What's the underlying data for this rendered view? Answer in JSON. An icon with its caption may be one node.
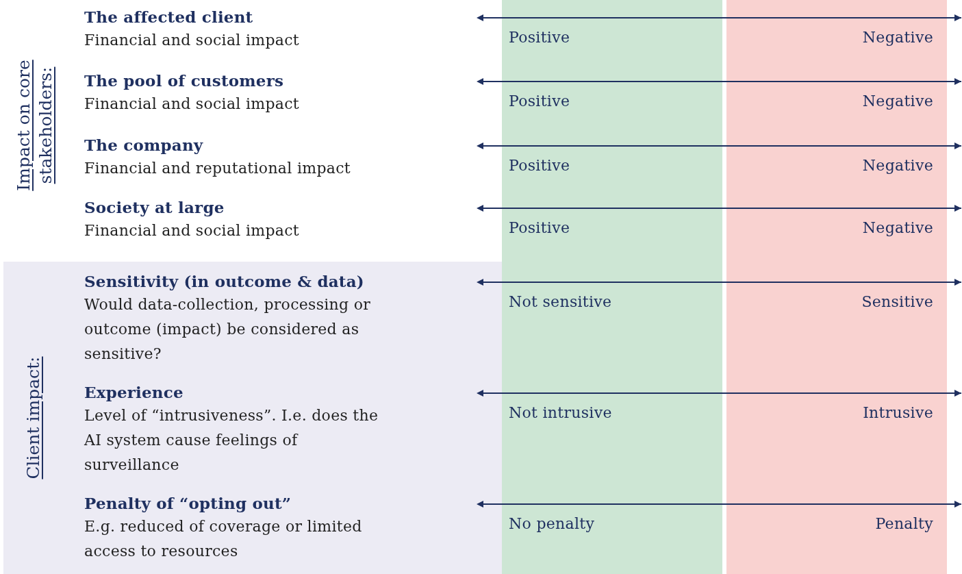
{
  "diagram": {
    "nodes": [
      {
        "text": [
          "Impact on core stakeholders:"
        ]
      },
      {
        "text": [
          "Client impact:"
        ]
      },
      {
        "text": [
          "The affected client",
          "Financial and social impact"
        ],
        "in": 0
      },
      {
        "text": [
          "The pool of customers",
          "Financial and social impact"
        ],
        "in": 0
      },
      {
        "text": [
          "The company",
          "Financial and reputational impact"
        ],
        "in": 0
      },
      {
        "text": [
          "Society at large",
          "Financial and social impact"
        ],
        "in": 0
      },
      {
        "text": [
          "Sensitivity (in outcome & data)",
          "Would data-collection, processing or outcome (impact) be considered as sensitive?"
        ],
        "in": 1
      },
      {
        "text": [
          "Experience",
          "Level of “intrusiveness”. I.e. does the AI system cause feelings of surveillance"
        ],
        "in": 1
      },
      {
        "text": [
          "Penalty of “opting out”",
          "E.g. reduced of coverage or limited access to resources"
        ],
        "in": 1
      }
    ],
    "labels": [
      "Positive",
      "Negative",
      "Positive",
      "Negative",
      "Positive",
      "Negative",
      "Positive",
      "Negative",
      "Not sensitive",
      "Sensitive",
      "Not intrusive",
      "Intrusive",
      "No penalty",
      "Penalty"
    ]
  }
}
